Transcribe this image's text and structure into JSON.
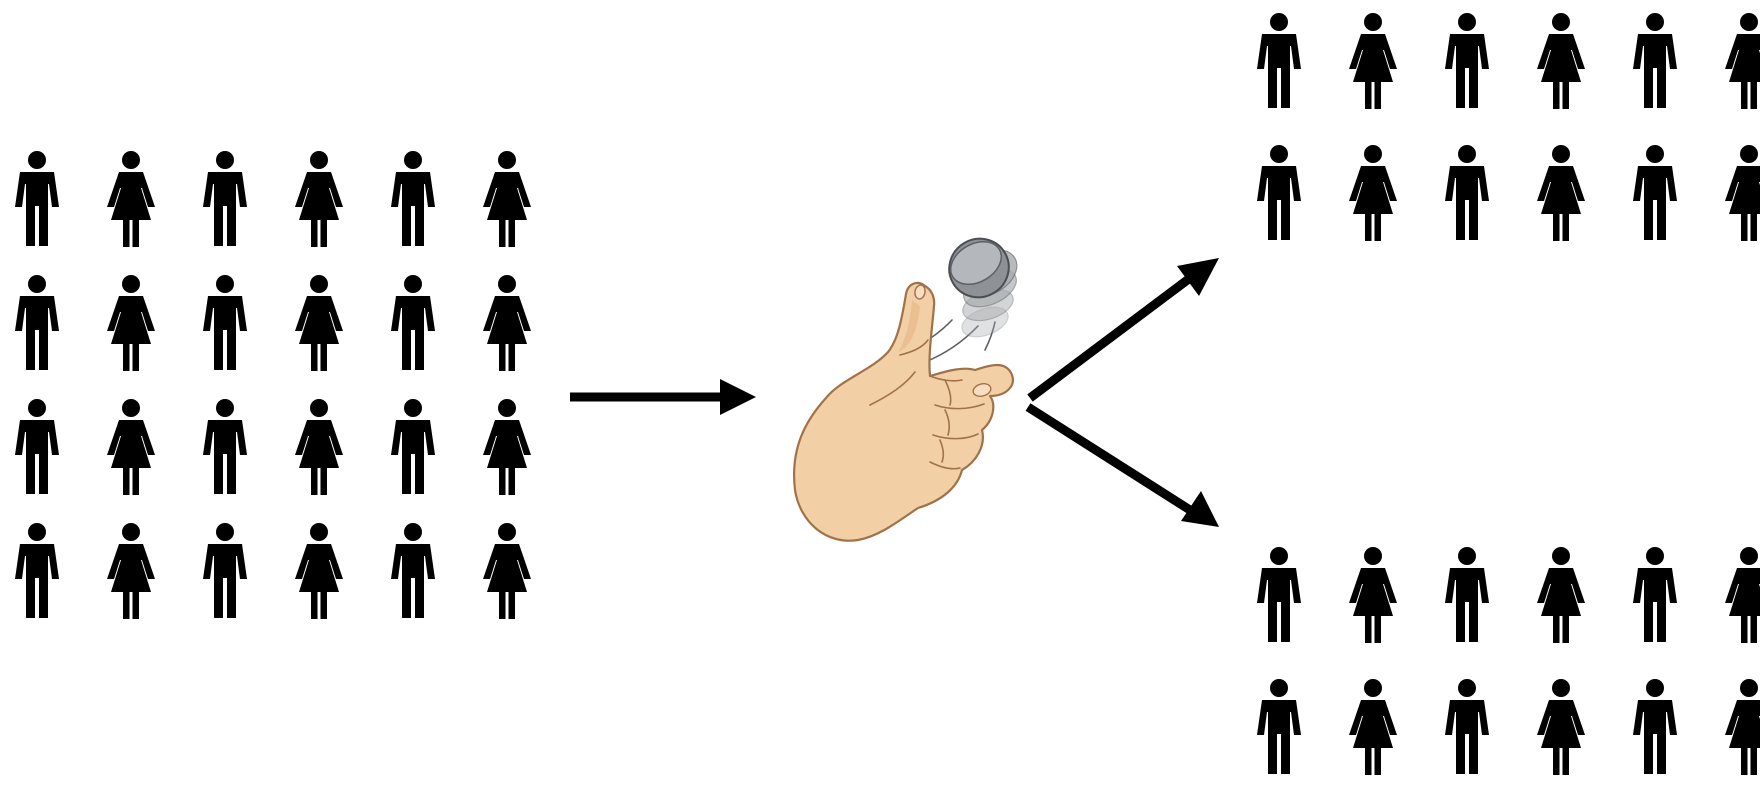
{
  "diagram": {
    "description_free": true,
    "colors": {
      "figure": "#000000",
      "arrow": "#000000",
      "skin": "#f3cfa6",
      "coin": "#8e9196",
      "background": "#ffffff"
    },
    "input_group": {
      "rows": 4,
      "columns": 6,
      "pattern": [
        "man",
        "woman",
        "man",
        "woman",
        "man",
        "woman"
      ]
    },
    "randomizer": {
      "icon": "coin-flip-hand-icon"
    },
    "output_group_top": {
      "rows": 2,
      "columns": 6,
      "pattern": [
        "man",
        "woman",
        "man",
        "woman",
        "man",
        "woman"
      ]
    },
    "output_group_bottom": {
      "rows": 2,
      "columns": 6,
      "pattern": [
        "man",
        "woman",
        "man",
        "woman",
        "man",
        "woman"
      ]
    },
    "arrows": [
      "input-to-randomizer",
      "randomizer-to-top-group",
      "randomizer-to-bottom-group"
    ]
  }
}
